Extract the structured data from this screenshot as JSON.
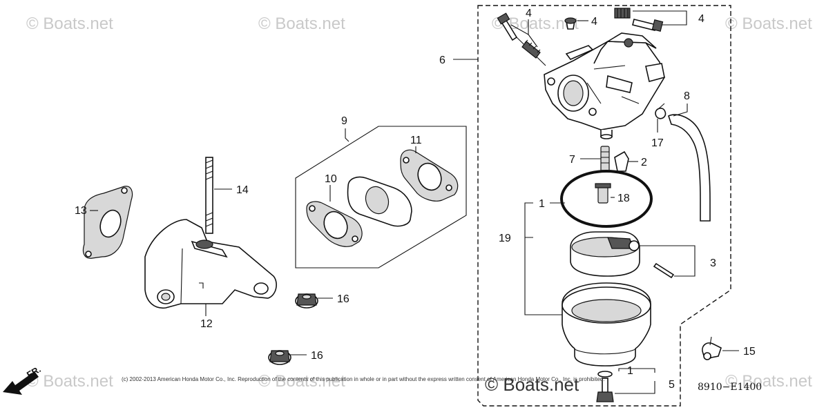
{
  "watermark": {
    "text": "© Boats.net"
  },
  "diagram_code": "8910−E1400",
  "copyright": "(c) 2002-2013 American Honda Motor Co., Inc. Reproduction of the contents of this publication in whole or in part without the express written consent of American Honda Motor Co., Inc. is prohibited.",
  "front_indicator": "FR.",
  "parts": [
    {
      "id": "p4a",
      "label": "4"
    },
    {
      "id": "p4b",
      "label": "4"
    },
    {
      "id": "p4c",
      "label": "4"
    },
    {
      "id": "p6",
      "label": "6"
    },
    {
      "id": "p8",
      "label": "8"
    },
    {
      "id": "p17",
      "label": "17"
    },
    {
      "id": "p7",
      "label": "7"
    },
    {
      "id": "p2",
      "label": "2"
    },
    {
      "id": "p18",
      "label": "18"
    },
    {
      "id": "p1a",
      "label": "1"
    },
    {
      "id": "p19",
      "label": "19"
    },
    {
      "id": "p3",
      "label": "3"
    },
    {
      "id": "p9",
      "label": "9"
    },
    {
      "id": "p11",
      "label": "11"
    },
    {
      "id": "p10",
      "label": "10"
    },
    {
      "id": "p13",
      "label": "13"
    },
    {
      "id": "p14",
      "label": "14"
    },
    {
      "id": "p12",
      "label": "12"
    },
    {
      "id": "p16a",
      "label": "16"
    },
    {
      "id": "p16b",
      "label": "16"
    },
    {
      "id": "p15",
      "label": "15"
    },
    {
      "id": "p1b",
      "label": "1"
    },
    {
      "id": "p5",
      "label": "5"
    }
  ]
}
